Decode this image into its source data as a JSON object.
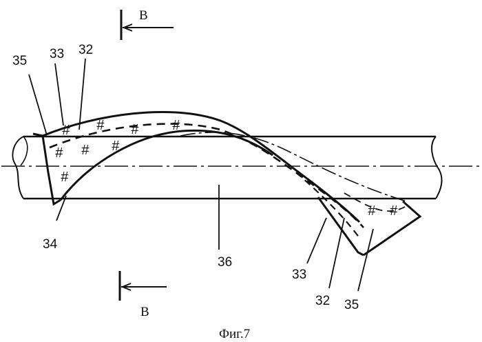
{
  "figure": {
    "caption": "Фиг.7",
    "section_label_top": "В",
    "section_label_bottom": "В"
  },
  "labels": {
    "top_35": "35",
    "top_33": "33",
    "top_32": "32",
    "left_34": "34",
    "mid_36": "36",
    "right_33": "33",
    "right_32": "32",
    "right_35": "35"
  },
  "hatch_marks": {
    "symbol": "#"
  }
}
